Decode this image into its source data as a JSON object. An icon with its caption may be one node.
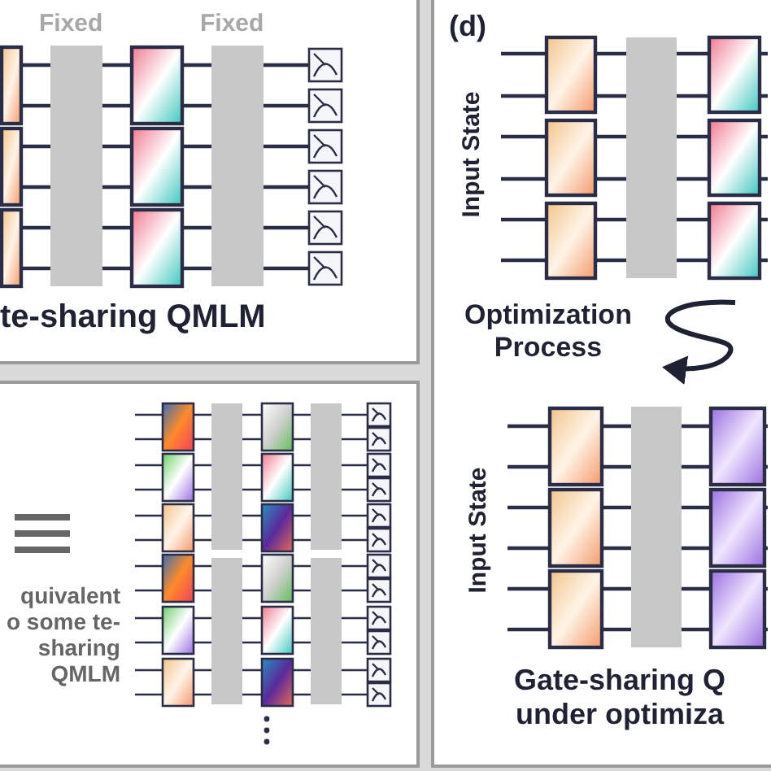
{
  "diagram": {
    "labels": [
      "Fixed",
      "Fixed",
      "(d)",
      "Input State",
      "te-sharing QMLM",
      "Optimization Process",
      "Input State",
      "quivalent o some te-sharing QMLM",
      "Gate-sharing Q under optimiza"
    ]
  }
}
